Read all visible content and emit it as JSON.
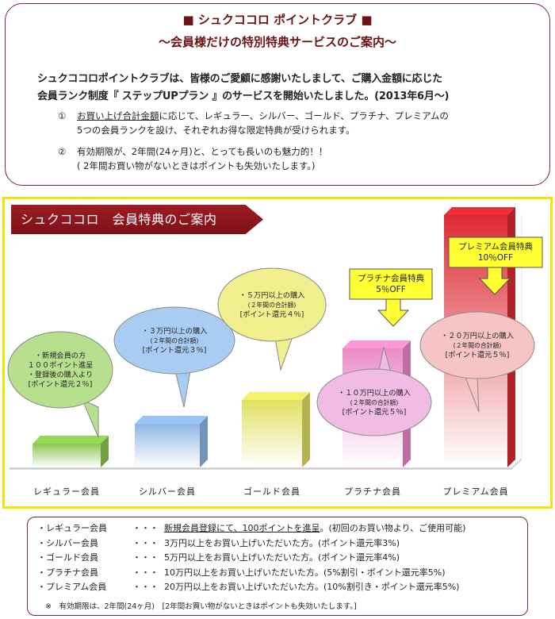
{
  "intro": {
    "title": "■ シュクココロ ポイントクラブ ■",
    "subtitle": "～会員様だけの特別特典サービスのご案内～",
    "paragraph_line1": "シュクココロポイントクラブは、皆様のご愛顧に感謝いたしまして、ご購入金額に応じた",
    "paragraph_line2": "会員ランク制度『 ステップUPプラン 』のサービスを開始いたしました。(2013年6月～)",
    "item1_num": "①",
    "item1_underlined": "お買い上げ合計金額",
    "item1_rest": "に応じて、レギュラー、シルバー、ゴールド、プラチナ、プレミアムの",
    "item1_line2": "5つの会員ランクを設け、それぞれお得な限定特典が受けられます。",
    "item2_num": "②",
    "item2_line1": "有効期限が、2年間(24ヶ月)と、とっても長いのも魅力的！！",
    "item2_line2": "( 2年間お買い物がないときはポイントも失効いたします。)"
  },
  "banner": {
    "title": "シュクココロ　会員特典のご案内"
  },
  "colors": {
    "regular": "#8cc850",
    "silver": "#8fb6e4",
    "gold": "#e2e060",
    "platinum": "#ec8cc8",
    "premium": "#dc2a33",
    "bubble_green": "#b6e08e",
    "bubble_blue": "#a9cdf2",
    "bubble_yellow": "#f2f08e",
    "bubble_pink": "#f1bce4",
    "bubble_red": "#f6c4c4",
    "callout": "#ffff33",
    "banner": "#8b1a20",
    "frame": "#f2e600"
  },
  "chart_data": {
    "type": "bar",
    "categories": [
      "レギュラー会員",
      "シルバー会員",
      "ゴールド会員",
      "プラチナ会員",
      "プレミアム会員"
    ],
    "values": [
      1,
      2,
      3,
      4,
      5
    ],
    "bubbles": [
      {
        "lines": [
          "・新規会員の方",
          "１００ポイント進呈",
          "・登録後の購入より",
          "[ポイント還元２％]"
        ]
      },
      {
        "lines": [
          "・３万円以上の購入",
          "(２年間の合計額)",
          "[ポイント還元３％]"
        ]
      },
      {
        "lines": [
          "・５万円以上の購入",
          "(２年間の合計額)",
          "[ポイント還元４％]"
        ]
      },
      {
        "lines": [
          "・１０万円以上の購入",
          "(２年間の合計額)",
          "[ポイント還元５％]"
        ]
      },
      {
        "lines": [
          "・２０万円以上の購入",
          "(２年間の合計額)",
          "[ポイント還元５％]"
        ]
      }
    ],
    "callouts": [
      {
        "tier": "プラチナ会員",
        "lines": [
          "プラチナ会員特典",
          "5％OFF"
        ]
      },
      {
        "tier": "プレミアム会員",
        "lines": [
          "プレミアム会員特典",
          "10％OFF"
        ]
      }
    ]
  },
  "summary": {
    "rows": [
      {
        "name": "・レギュラー会員",
        "dots": "・・・",
        "desc_ul": "新規会員登録にて、100ポイントを進呈",
        "desc": "。(初回のお買い物より、ご使用可能)"
      },
      {
        "name": "・シルバー会員",
        "dots": "・・・",
        "desc_ul": "",
        "desc": "3万円以上をお買い上げいただいた方。(ポイント還元率3%)"
      },
      {
        "name": "・ゴールド会員",
        "dots": "・・・",
        "desc_ul": "",
        "desc": "5万円以上をお買い上げいただいた方。(ポイント還元率4%)"
      },
      {
        "name": "・プラチナ会員",
        "dots": "・・・",
        "desc_ul": "",
        "desc": "10万円以上をお買い上げいただいた方。(5%割引・ポイント還元率5%)"
      },
      {
        "name": "・プレミアム会員",
        "dots": "・・・",
        "desc_ul": "",
        "desc": "20万円以上をお買い上げいただいた方。(10%割引き・ポイント還元率5%)"
      }
    ],
    "note": "※　有効期限は、2年間(24ヶ月)　[2年間お買い物がないときはポイントも失効いたします。]"
  }
}
